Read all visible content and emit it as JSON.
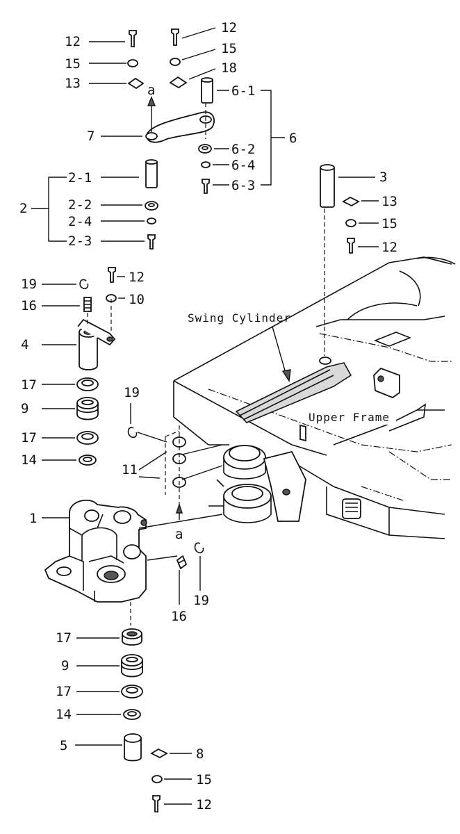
{
  "labels": {
    "p12a": "12",
    "p15a": "15",
    "p13a": "13",
    "p12b": "12",
    "p15b": "15",
    "p18": "18",
    "p6_1": "6-1",
    "p6_2": "6-2",
    "p6_4": "6-4",
    "p6_3": "6-3",
    "p6": "6",
    "p7": "7",
    "arrow_a_top": "a",
    "p2": "2",
    "p2_1": "2-1",
    "p2_2": "2-2",
    "p2_4": "2-4",
    "p2_3": "2-3",
    "p3": "3",
    "p13b": "13",
    "p15c": "15",
    "p12c": "12",
    "p19a": "19",
    "p12d": "12",
    "p16a": "16",
    "p10": "10",
    "p4": "4",
    "p17a": "17",
    "p9a": "9",
    "p17b": "17",
    "p14a": "14",
    "p19b": "19",
    "p11": "11",
    "p1": "1",
    "arrow_a_bottom": "a",
    "p16b": "16",
    "p19c": "19",
    "p17c": "17",
    "p9b": "9",
    "p17d": "17",
    "p14b": "14",
    "p5": "5",
    "p8": "8",
    "p15d": "15",
    "p12e": "12"
  },
  "captions": {
    "swing_cylinder": "Swing Cylinder",
    "upper_frame": "Upper Frame"
  }
}
